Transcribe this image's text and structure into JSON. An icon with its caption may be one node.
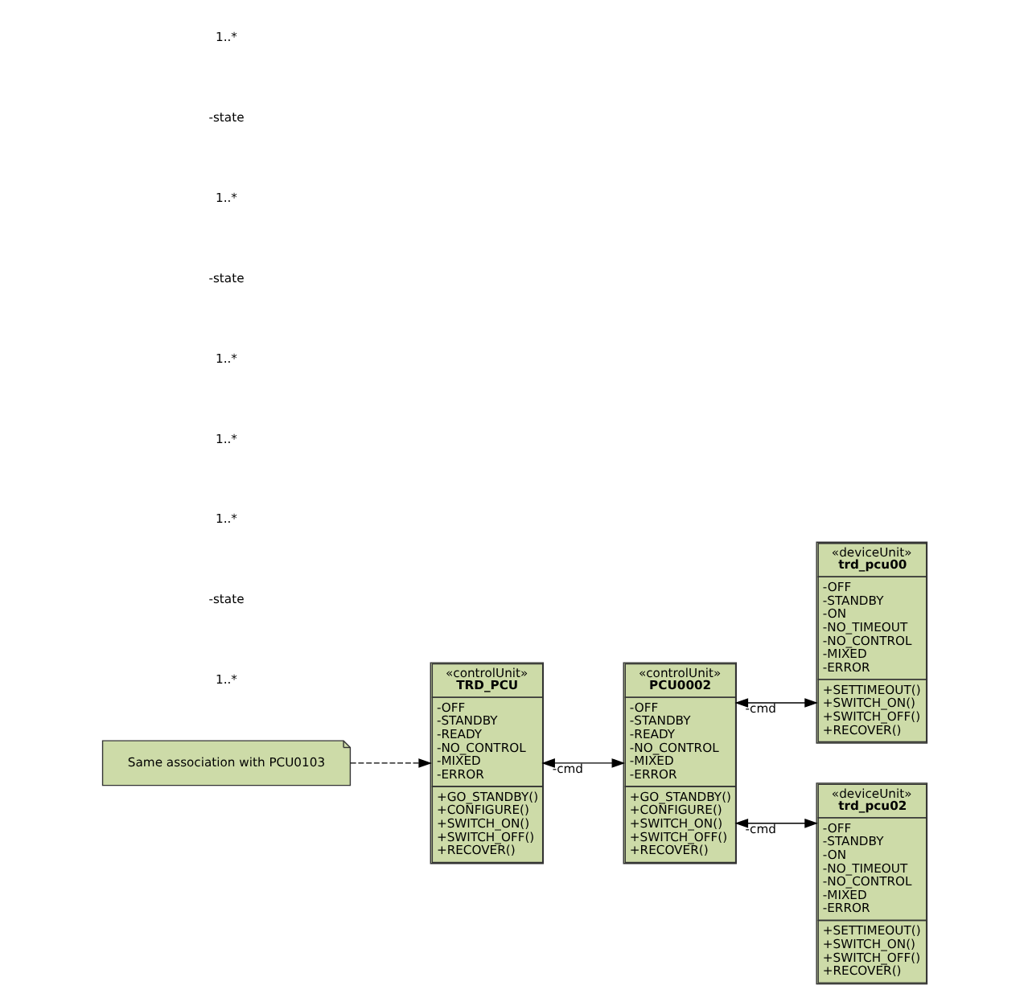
{
  "diagram": {
    "nodes": [
      {
        "text": [
          "«controlUnit»",
          "TRD_PCU",
          "-OFF -STANDBY -READY -NO_CONTROL -MIXED -ERROR",
          "+GO_STANDBY() +CONFIGURE() +SWITCH_ON() +SWITCH_OFF() +RECOVER()"
        ]
      },
      {
        "text": [
          "«controlUnit»",
          "PCU0002",
          "-OFF -STANDBY -READY -NO_CONTROL -MIXED -ERROR",
          "+GO_STANDBY() +CONFIGURE() +SWITCH_ON() +SWITCH_OFF() +RECOVER()"
        ]
      },
      {
        "text": [
          "«deviceUnit»",
          "trd_pcu00",
          "-OFF -STANDBY -ON -NO_TIMEOUT -NO_CONTROL -MIXED -ERROR",
          "+SETTIMEOUT() +SWITCH_ON() +SWITCH_OFF() +RECOVER()"
        ]
      },
      {
        "text": [
          "«deviceUnit»",
          "trd_pcu02",
          "-OFF -STANDBY -ON -NO_TIMEOUT -NO_CONTROL -MIXED -ERROR",
          "+SETTIMEOUT() +SWITCH_ON() +SWITCH_OFF() +RECOVER()"
        ]
      },
      {
        "text": [
          "Same association with PCU0103"
        ]
      }
    ],
    "edges": [
      {
        "from": 0,
        "to": 1,
        "arrow": "both",
        "label": "-cmd"
      },
      {
        "from": 1,
        "to": 2,
        "arrow": "both",
        "label": "-cmd"
      },
      {
        "from": 1,
        "to": 3,
        "arrow": "both",
        "label": "-cmd"
      },
      {
        "from": 4,
        "to": 0,
        "arrow": "to",
        "style": "dashed"
      }
    ],
    "labels": [
      "1..*",
      "-state",
      "1..*",
      "1..*",
      "1..*",
      "-state",
      "1..*",
      "-state",
      "1..*"
    ]
  }
}
